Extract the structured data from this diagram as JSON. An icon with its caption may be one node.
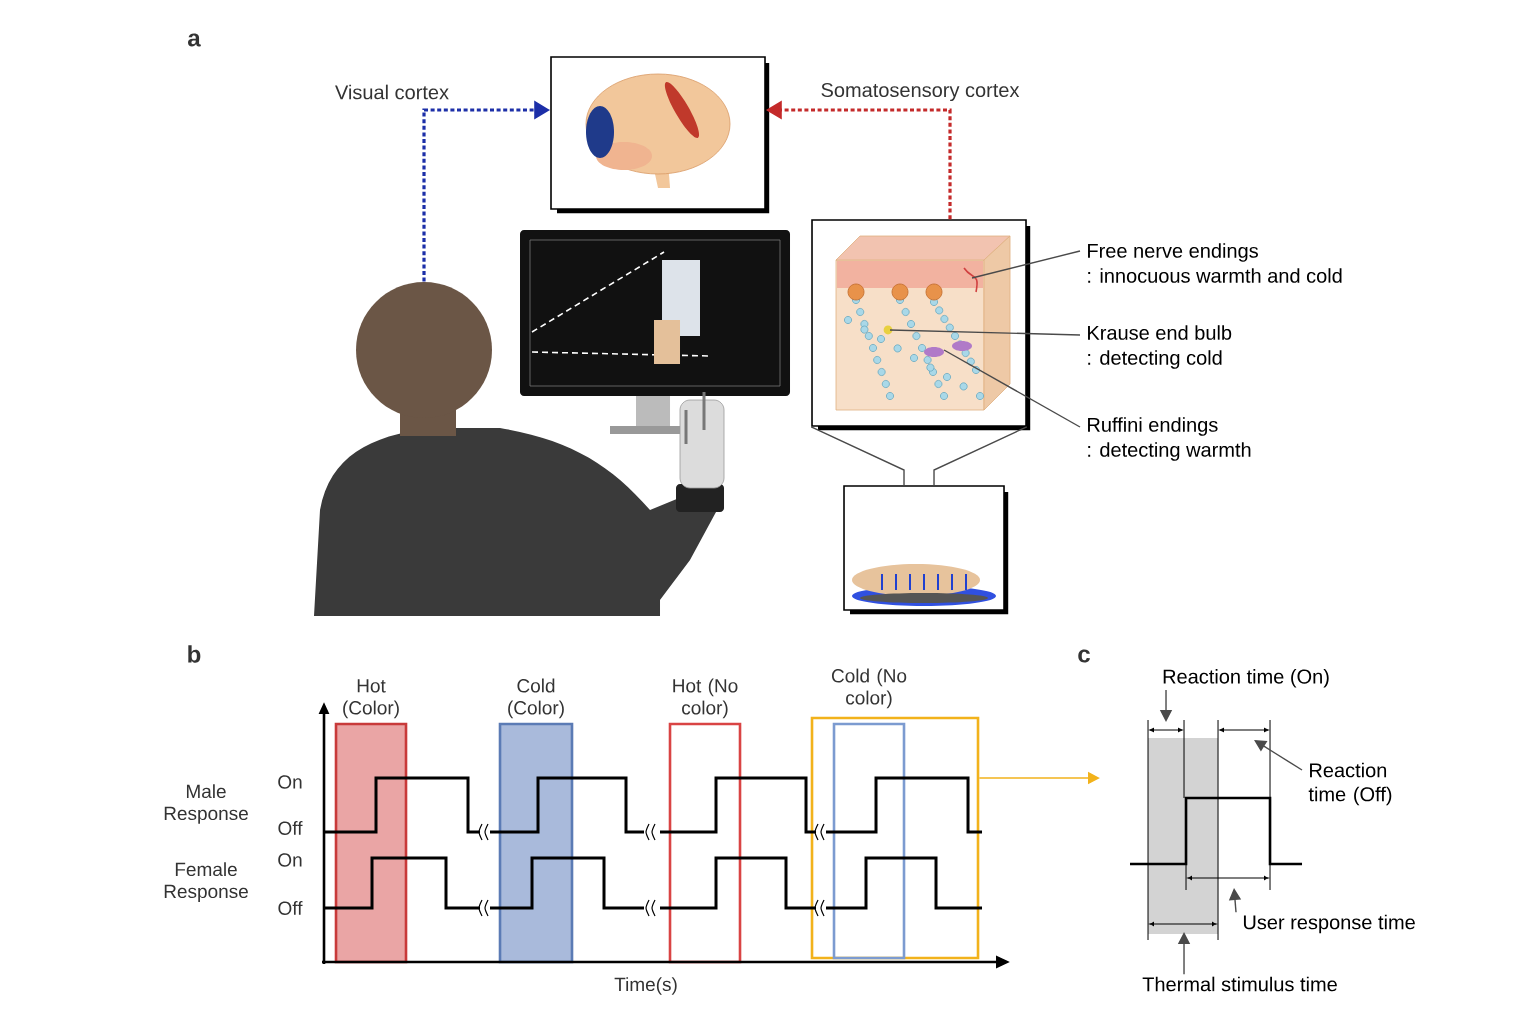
{
  "diagram": {
    "nodes": [
      {
        "text": [],
        "shape": "picture"
      },
      {
        "text": [],
        "shape": "person"
      },
      {
        "text": [],
        "shape": "picture"
      },
      {
        "text": [],
        "shape": "picture"
      },
      {
        "text": [
          "Free nerve endings",
          ": innocuous warmth and cold"
        ]
      },
      {
        "text": [
          "Krause end bulb",
          ": detecting cold"
        ]
      },
      {
        "text": [
          "Ruffini endings",
          ": detecting warmth"
        ]
      },
      {
        "text": [
          "Hot (Color)"
        ]
      },
      {
        "text": [
          "Cold (Color)"
        ]
      },
      {
        "text": [
          "Hot (No color)"
        ]
      },
      {
        "text": [],
        "shape": "box"
      },
      {
        "text": [
          "Cold (No color)"
        ],
        "in": 10
      },
      {
        "text": [
          "Reaction time (On)"
        ]
      },
      {
        "text": [
          "Reaction time (Off)"
        ]
      },
      {
        "text": [
          "User response time"
        ]
      },
      {
        "text": [
          "Thermal stimulus time"
        ]
      },
      {
        "text": [],
        "shape": "picture"
      }
    ],
    "edges": [
      {
        "from": 1,
        "to": 0,
        "arrow": "to",
        "label": "Visual cortex",
        "style": "dashed",
        "color": "#1c2fa8"
      },
      {
        "from": 2,
        "to": 0,
        "arrow": "to",
        "label": "Somatosensory cortex",
        "style": "dashed",
        "color": "#c42a2a"
      },
      {
        "from": 3,
        "to": 2,
        "arrow": "none"
      },
      {
        "from": 3,
        "to": 2,
        "arrow": "none"
      },
      {
        "from": 4,
        "to": 2,
        "arrow": "none"
      },
      {
        "from": 5,
        "to": 2,
        "arrow": "none"
      },
      {
        "from": 6,
        "to": 2,
        "arrow": "none"
      },
      {
        "from": 10,
        "to": null,
        "arrow": "to",
        "color": "#f2b21b"
      },
      {
        "from": 12,
        "to": 16,
        "arrow": "to"
      },
      {
        "from": 13,
        "to": 16,
        "arrow": "to"
      },
      {
        "from": 14,
        "to": 16,
        "arrow": "to"
      },
      {
        "from": 15,
        "to": 16,
        "arrow": "to"
      }
    ],
    "labels": [
      "a",
      "b",
      "Male Response",
      "On",
      "Off",
      "Female Response",
      "On",
      "Off",
      "Time(s)",
      "c"
    ]
  }
}
